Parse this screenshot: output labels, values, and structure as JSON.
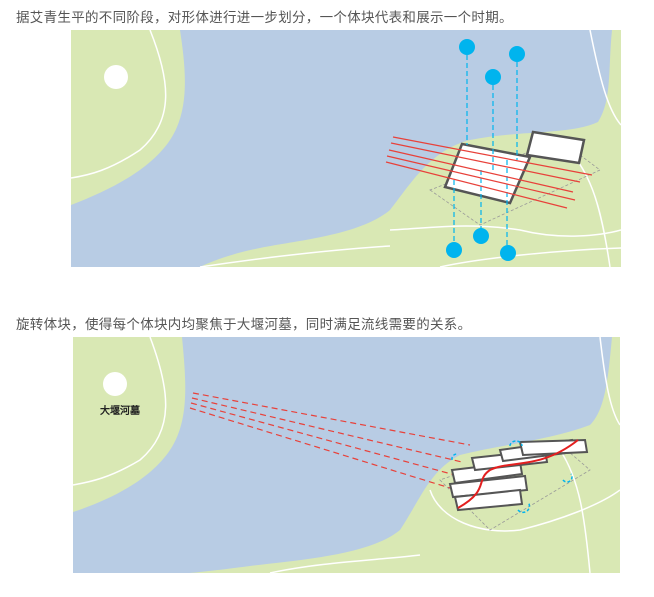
{
  "paragraphs": [
    "据艾青生平的不同阶段，对形体进行进一步划分，一个体块代表和展示一个时期。",
    "旋转体块，使得每个体块内均聚焦于大堰河墓，同时满足流线需要的关系。"
  ],
  "diagram2": {
    "landmark_label": "大堰河墓"
  },
  "colors": {
    "water": "#b8cce4",
    "land": "#d9e8b4",
    "accent_blue": "#00b4ee",
    "arrow_red": "#e8413a"
  }
}
